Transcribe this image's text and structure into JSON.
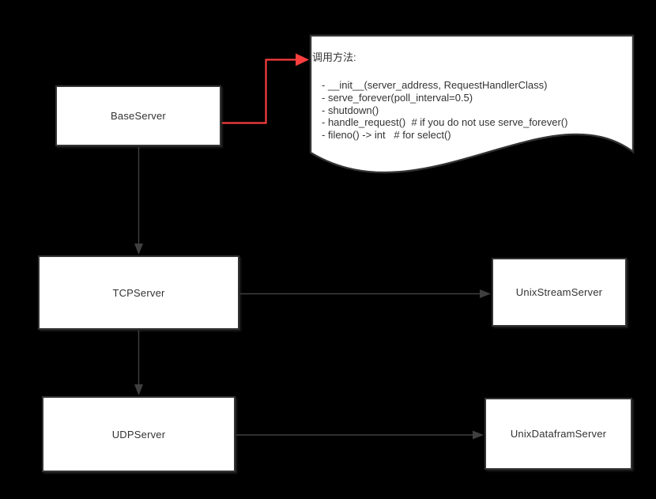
{
  "diagram": {
    "colors": {
      "bg": "#000000",
      "node_fill": "#ffffff",
      "node_border": "#333333",
      "text": "#333333",
      "line": "#3f3f3f",
      "accent_red": "#f93e3e"
    },
    "nodes": [
      {
        "id": "base-server",
        "label": "BaseServer"
      },
      {
        "id": "tcp-server",
        "label": "TCPServer"
      },
      {
        "id": "unix-stream-server",
        "label": "UnixStreamServer"
      },
      {
        "id": "udp-server",
        "label": "UDPServer"
      },
      {
        "id": "unix-datafram-server",
        "label": "UnixDataframServer"
      }
    ],
    "note": {
      "title": "调用方法:",
      "lines": [
        "- __init__(server_address, RequestHandlerClass)",
        "- serve_forever(poll_interval=0.5)",
        "- shutdown()",
        "- handle_request()  # if you do not use serve_forever()",
        "- fileno() -> int   # for select()"
      ]
    },
    "edges": [
      {
        "from": "base-server",
        "to": "tcp-server"
      },
      {
        "from": "tcp-server",
        "to": "udp-server"
      },
      {
        "from": "tcp-server",
        "to": "unix-stream-server"
      },
      {
        "from": "udp-server",
        "to": "unix-datafram-server"
      },
      {
        "from": "base-server",
        "to": "note",
        "color": "red"
      }
    ]
  }
}
